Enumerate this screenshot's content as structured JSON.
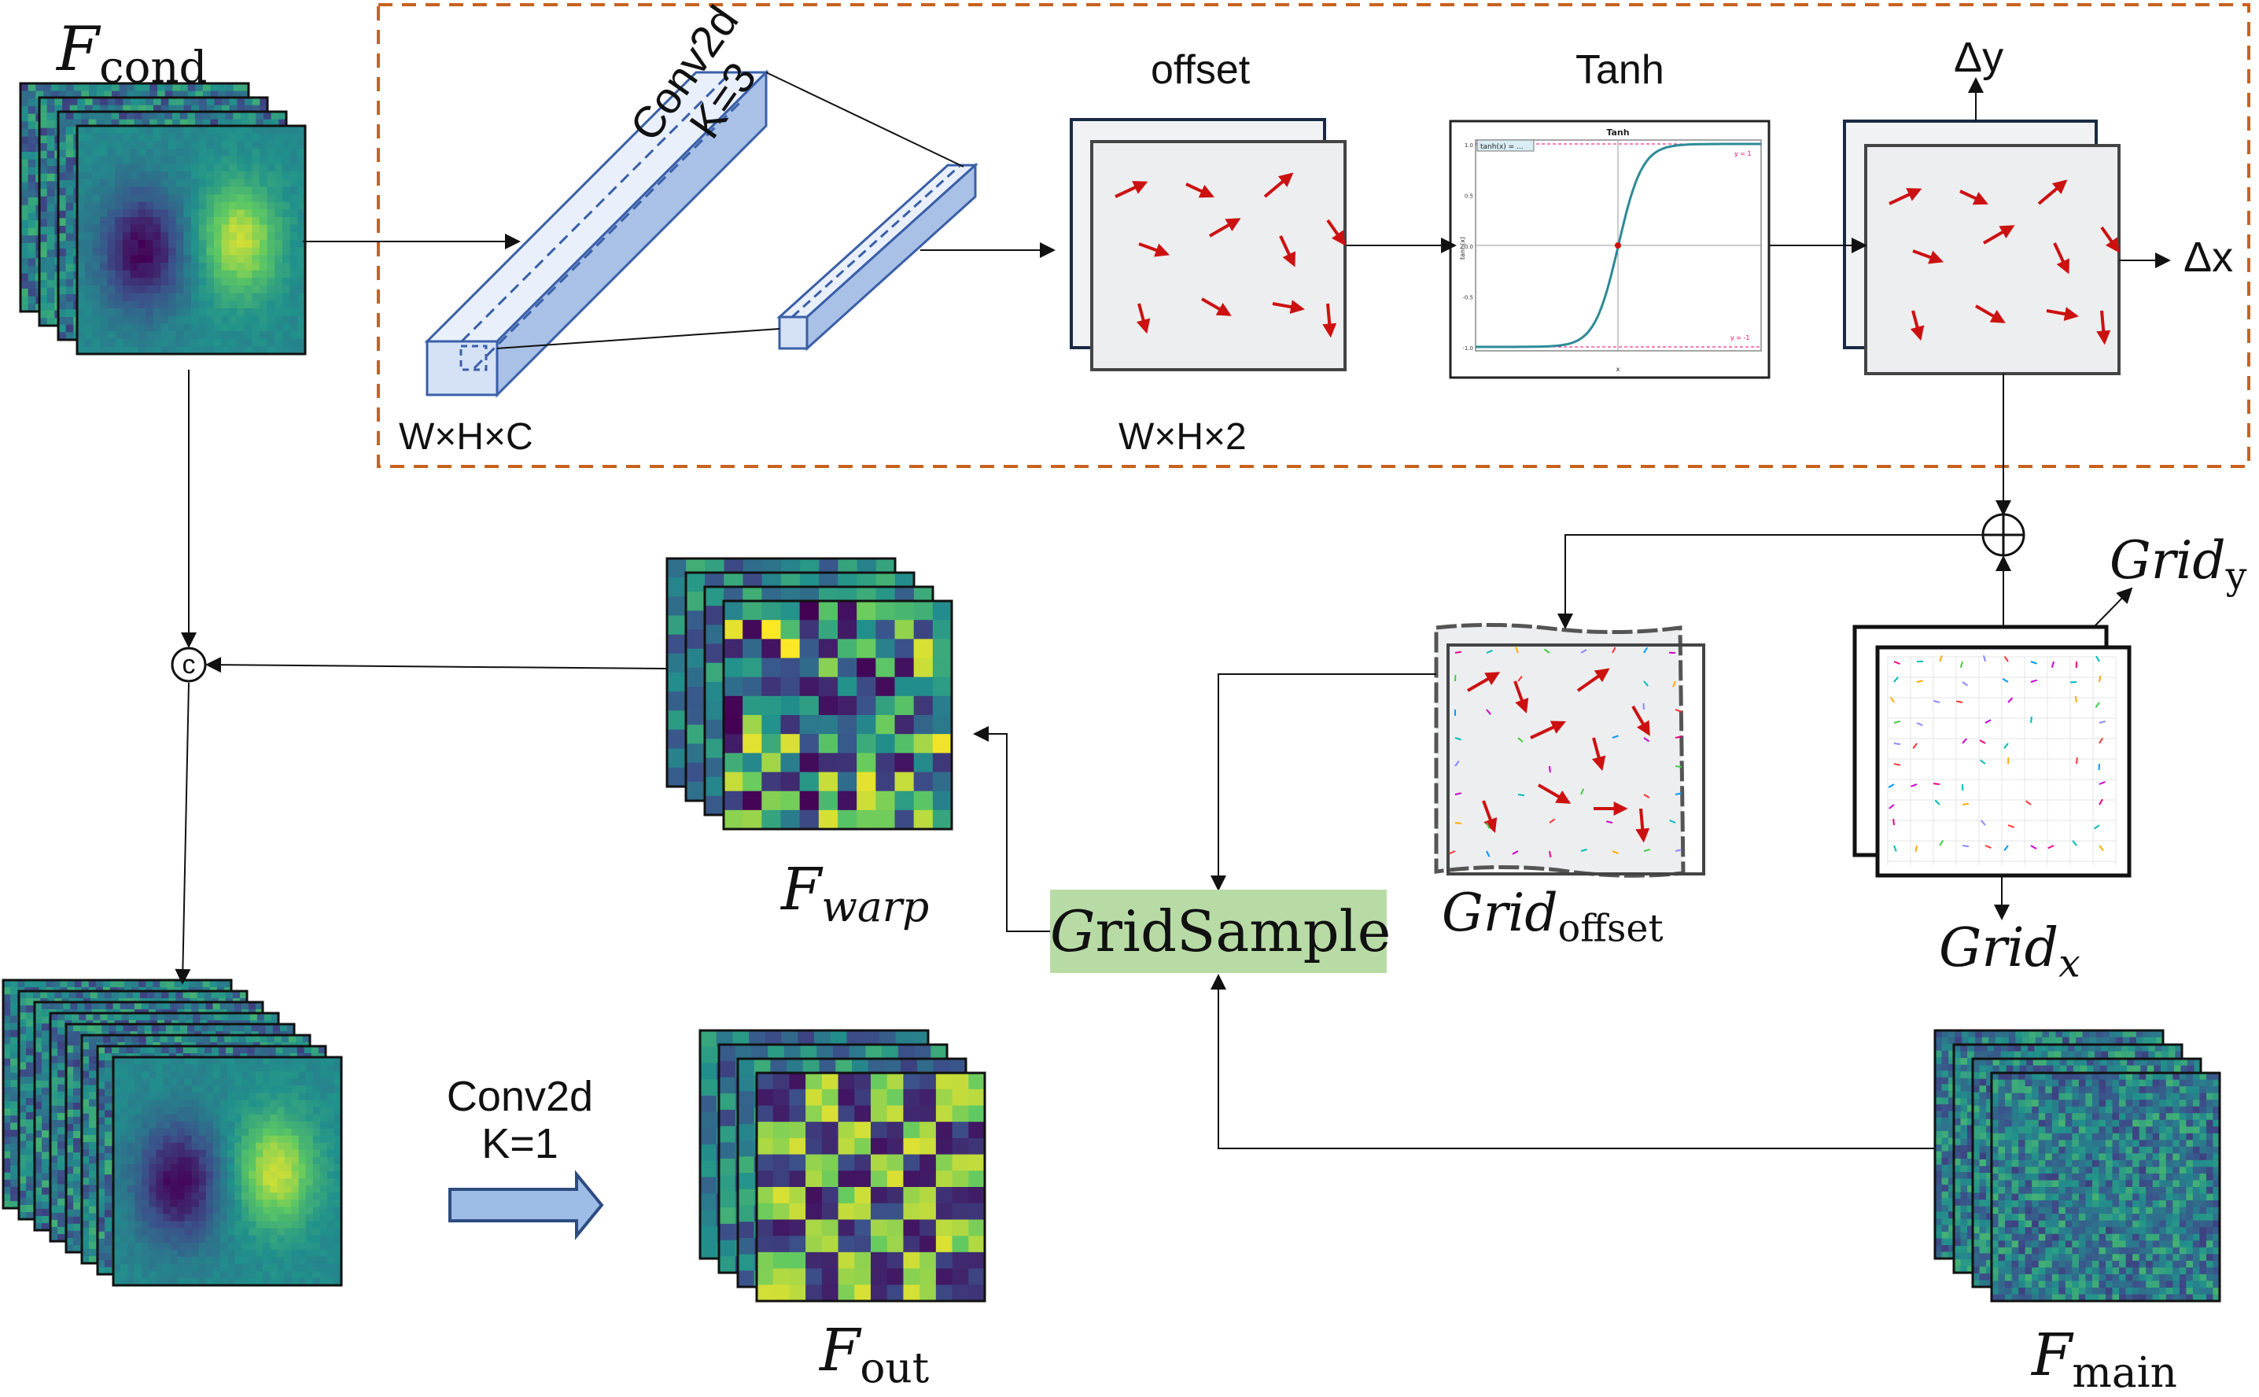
{
  "diagram": {
    "inputs": {
      "f_cond": {
        "base": "F",
        "sub": "cond"
      },
      "f_main": {
        "base": "F",
        "sub": "main"
      }
    },
    "offset_branch": {
      "conv_label": [
        "Conv2d",
        "K=3"
      ],
      "input_shape": "W×H×C",
      "offset_title": "offset",
      "offset_shape": "W×H×2",
      "tanh_title": "Tanh",
      "delta_y": "Δy",
      "delta_x": "Δx",
      "tanh_plot": {
        "title": "Tanh",
        "formula": "tanh(x) = ...",
        "y_label": "tanh(x)",
        "x_label": "x",
        "y_ticks": [
          "1.0",
          "0.5",
          "0.0",
          "-0.5",
          "-1.0"
        ],
        "upper_asymptote": "y = 1",
        "lower_asymptote": "y = -1"
      }
    },
    "grid": {
      "grid_x": {
        "base": "Grid",
        "sub": "x"
      },
      "grid_y": {
        "base": "Grid",
        "sub": "y"
      },
      "grid_offset": {
        "base": "Grid",
        "sub": "offset"
      }
    },
    "grid_sample": {
      "label_first": "G",
      "label_rest": "ridSample",
      "fill": "#b8dba6"
    },
    "warp": {
      "f_warp": {
        "base": "F",
        "sub": "warp"
      }
    },
    "output": {
      "conv_label": [
        "Conv2d",
        "K=1"
      ],
      "f_out": {
        "base": "F",
        "sub": "out"
      }
    },
    "concat_symbol": "c",
    "add_symbol": "+"
  },
  "colors": {
    "dashed_border": "#c8621e",
    "arrow_red": "#cc1111",
    "conv_block": "#3a5fa8",
    "conv_fill": "#dbe6f6",
    "grid_sample_fill": "#b8dba6",
    "arrow_blue": "#9dbde6"
  }
}
